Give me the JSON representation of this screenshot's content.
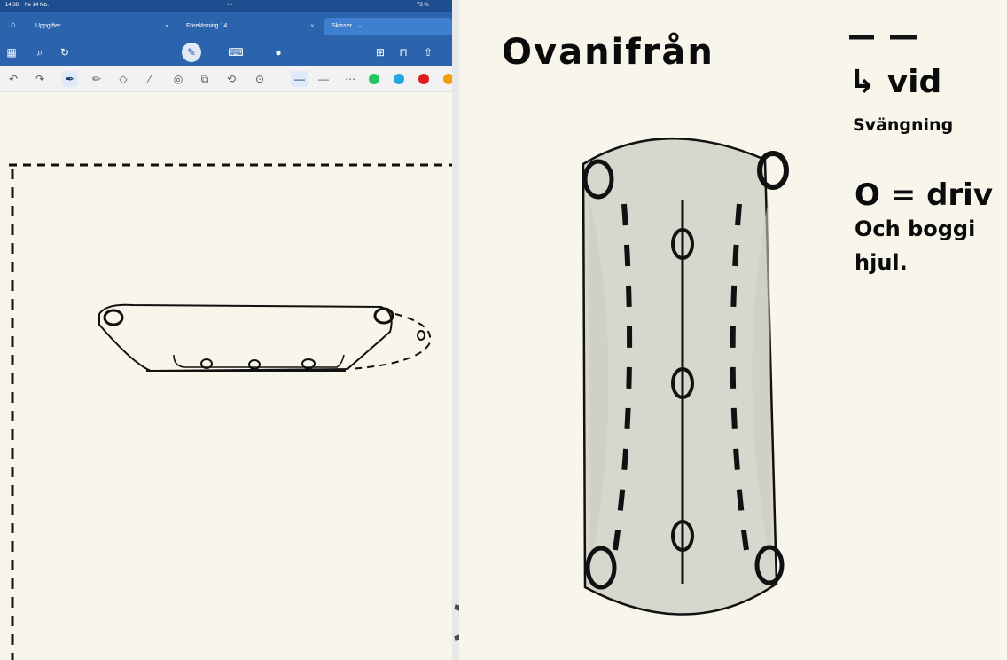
{
  "status_bar": {
    "time": "14:38",
    "date": "fre 14 feb.",
    "dots": "•••",
    "battery": "73 %"
  },
  "tabs": [
    {
      "label": "Uppgifter",
      "active": false
    },
    {
      "label": "Föreläsning 14",
      "active": false
    },
    {
      "label": "Skisser",
      "active": true
    }
  ],
  "toolbar": {
    "icons": [
      "grid-icon",
      "search-icon",
      "sync-icon",
      "pen-icon",
      "keyboard-icon",
      "mic-icon",
      "page-add-icon",
      "bookmark-icon",
      "share-icon"
    ],
    "tools": [
      "undo-icon",
      "redo-icon",
      "pen-tool-icon",
      "pencil-icon",
      "eraser-icon",
      "highlighter-icon",
      "shapes-icon",
      "image-icon",
      "lasso-icon",
      "laser-icon"
    ],
    "colors": [
      "#22c55e",
      "#22a7e0",
      "#e11d1d",
      "#f59e0b"
    ]
  },
  "sketch_right": {
    "title": "Ovanifrån",
    "note_title": "↳ vid",
    "note_subtitle": "Svängning",
    "legend_line1": "O = driv",
    "legend_line2": "Och boggi",
    "legend_line3": "hjul."
  },
  "colors": {
    "app_blue": "#2b63ad",
    "paper": "#f8f5ea",
    "ink": "#0b0b0b"
  }
}
